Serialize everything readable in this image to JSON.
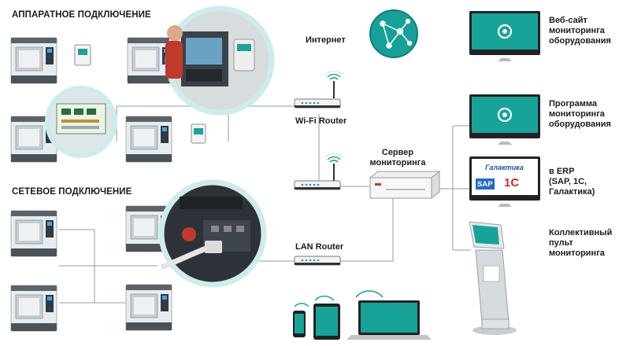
{
  "sections": {
    "hardware": "АППАРАТНОЕ ПОДКЛЮЧЕНИЕ",
    "network": "СЕТЕВОЕ ПОДКЛЮЧЕНИЕ"
  },
  "nodes": {
    "internet": "Интернет",
    "wifi_router": "Wi-Fi Router",
    "lan_router": "LAN Router",
    "server": [
      "Сервер",
      "мониторинга"
    ],
    "website": [
      "Веб-сайт",
      "мониторинга",
      "оборудования"
    ],
    "program": [
      "Программа",
      "мониторинга",
      "оборудования"
    ],
    "erp": [
      "в ERP",
      "(SAP, 1C, Галактика)"
    ],
    "kiosk": [
      "Коллективный",
      "пульт мониторинга"
    ]
  },
  "logos": {
    "galaktika": "Галактика",
    "sap": "SAP",
    "onec": "1С"
  },
  "colors": {
    "accent": "#1aa39a",
    "accent_light": "#cdecea",
    "line": "#9a9a9a",
    "text": "#1c1c1c"
  }
}
